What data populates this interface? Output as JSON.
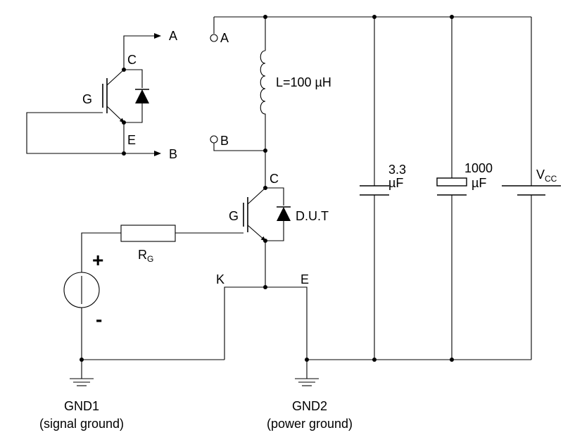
{
  "top_switch": {
    "output_a": "A",
    "output_b": "B",
    "collector": "C",
    "emitter": "E",
    "gate": "G"
  },
  "terminals": {
    "a": "A",
    "b": "B"
  },
  "inductor": {
    "label": "L=100 µH"
  },
  "dut": {
    "collector": "C",
    "gate": "G",
    "label": "D.U.T",
    "kelvin": "K",
    "emitter": "E"
  },
  "gate_resistor": {
    "label": "R",
    "subscript": "G"
  },
  "gate_source": {
    "plus": "+",
    "minus": "-"
  },
  "capacitors": [
    {
      "value": "3.3",
      "unit": "µF"
    },
    {
      "value": "1000",
      "unit": "µF"
    }
  ],
  "supply": {
    "label": "V",
    "subscript": "CC"
  },
  "grounds": [
    {
      "name": "GND1",
      "desc": "(signal ground)"
    },
    {
      "name": "GND2",
      "desc": "(power ground)"
    }
  ]
}
